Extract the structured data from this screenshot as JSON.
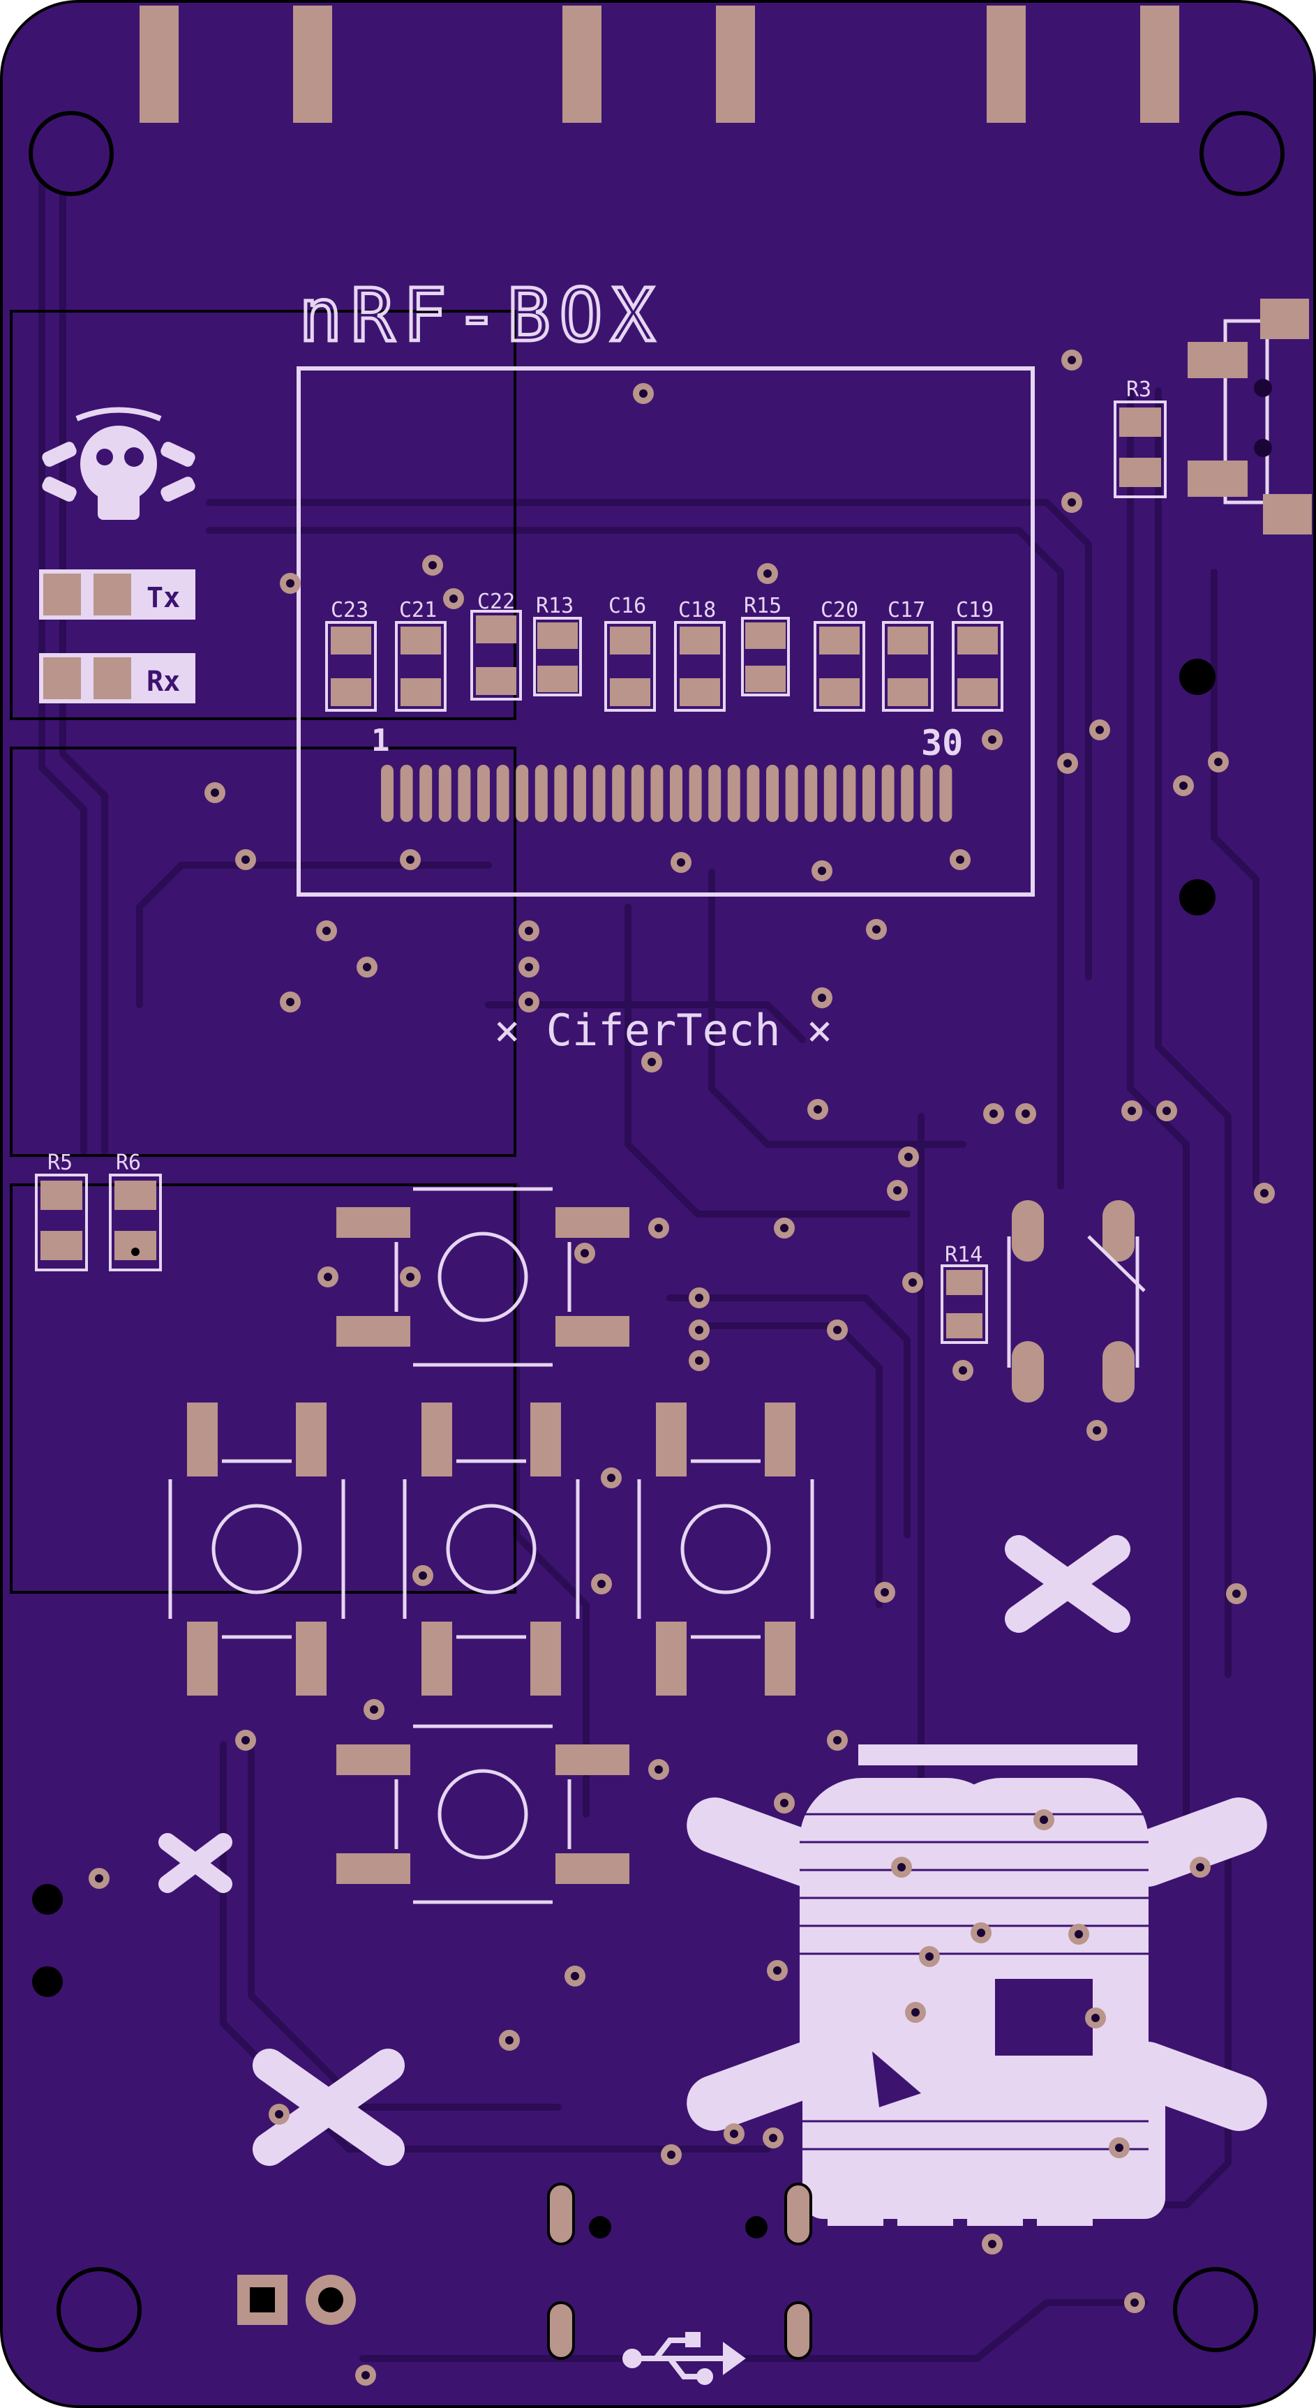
{
  "board": {
    "title": "nRF-BOX",
    "brand": "× CiferTech ×",
    "connector_pin_first": "1",
    "connector_pin_last": "30",
    "colors": {
      "substrate": "#3d1370",
      "copper_pour": "#3f1472",
      "trace": "#2c0c55",
      "edge": "#000000",
      "pad": "#b9958b",
      "silkscreen": "#e6d6f2",
      "hole": "#1a0536"
    }
  },
  "leds": {
    "tx_label": "Tx",
    "rx_label": "Rx"
  },
  "components": {
    "top_row": [
      "C23",
      "C21",
      "C22",
      "R13",
      "C16",
      "C18",
      "R15",
      "C20",
      "C17",
      "C19"
    ],
    "side_left": [
      "R5",
      "R6"
    ],
    "side_right": [
      "R3",
      "R14"
    ]
  },
  "icons": {
    "logo": "skull-wrench-logo-icon",
    "art": "skull-crossbones-art-icon",
    "usb": "usb-symbol-icon",
    "cross": "x-mark-icon"
  }
}
